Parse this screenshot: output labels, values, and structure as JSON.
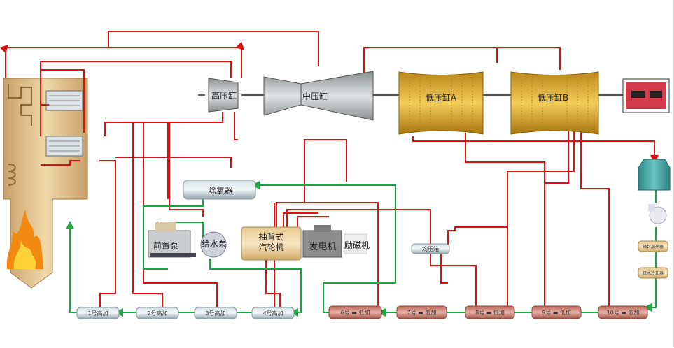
{
  "equipment": {
    "hp_turbine": "高压缸",
    "ip_turbine": "中压缸",
    "lp_turbine_a": "低压缸A",
    "lp_turbine_b": "低压缸B",
    "deaerator": "除氧器",
    "booster_pump": "前置泵",
    "feed_pump": "给水泵",
    "drive_turbine": [
      "抽背式",
      "汽轮机"
    ],
    "generator": "发电机",
    "exciter": "励磁机",
    "balance_tank": "均压箱",
    "gland_heater": "轴封加热器",
    "drain_cooler": "疏水冷却器"
  },
  "hp_heaters": [
    "1号高加",
    "2号高加",
    "3号高加",
    "4号高加"
  ],
  "lp_heaters": [
    "6号",
    "7号",
    "8号",
    "9号",
    "10号"
  ],
  "lp_heater_suffix": "低加",
  "colors": {
    "steam": "#e01010",
    "water": "#19a640",
    "lp_shell": "#d9a521",
    "hp_heater": "#b9c6cc",
    "lp_heater": "#c97a70"
  }
}
